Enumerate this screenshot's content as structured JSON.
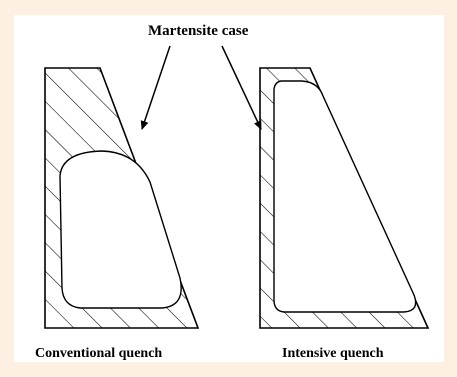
{
  "figure": {
    "callout_label": "Martensite case",
    "left_caption": "Conventional quench",
    "right_caption": "Intensive quench"
  },
  "colors": {
    "background": "#fdf0e3",
    "panel": "#ffffff",
    "line": "#000000"
  }
}
